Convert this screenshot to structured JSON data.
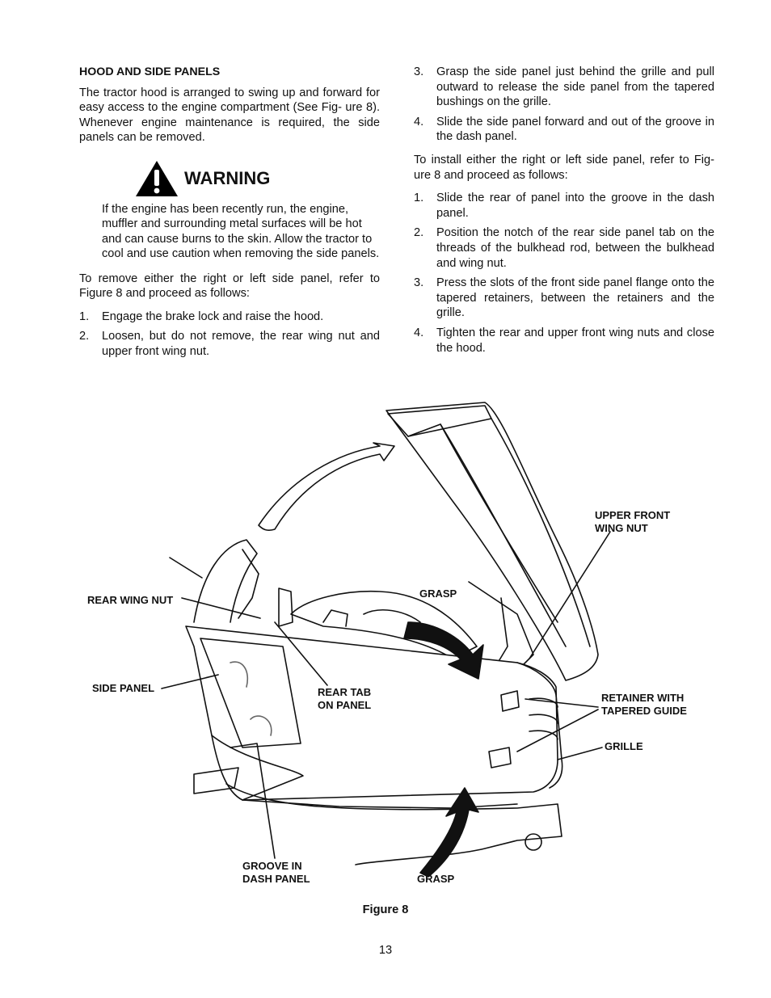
{
  "left": {
    "heading": "HOOD AND SIDE PANELS",
    "intro": "The tractor hood is arranged to swing up and forward for easy access to the engine compartment (See Fig- ure 8). Whenever engine maintenance is required, the side panels can be removed.",
    "warning_title": "WARNING",
    "warning_text": "If the engine has been recently run, the engine, muffler and surrounding metal surfaces will be hot and can cause burns to the skin. Allow the tractor to cool and use caution when removing the side panels.",
    "remove_intro": "To remove either the right or left side panel, refer to Figure 8 and proceed as follows:",
    "remove_steps": [
      {
        "num": "1.",
        "text": "Engage the brake lock and raise the hood."
      },
      {
        "num": "2.",
        "text": "Loosen, but do not remove, the rear wing nut and upper front wing nut."
      }
    ]
  },
  "right": {
    "remove_steps_cont": [
      {
        "num": "3.",
        "text": "Grasp the side panel just behind the grille and pull outward to release the side panel from the tapered bushings on the grille."
      },
      {
        "num": "4.",
        "text": "Slide the side panel forward and out of the groove in the dash panel."
      }
    ],
    "install_intro": "To install either the right or left side panel, refer to Fig- ure 8 and proceed as follows:",
    "install_steps": [
      {
        "num": "1.",
        "text": "Slide the rear of panel into the groove in the dash panel."
      },
      {
        "num": "2.",
        "text": "Position the notch of the rear side panel tab on the threads of the bulkhead rod, between the bulkhead and wing nut."
      },
      {
        "num": "3.",
        "text": "Press the slots of the front side panel flange onto the tapered retainers, between the retainers and the grille."
      },
      {
        "num": "4.",
        "text": "Tighten the rear and upper front wing nuts and close the hood."
      }
    ]
  },
  "figure": {
    "labels": {
      "upper_front_wing_nut": "UPPER FRONT\nWING NUT",
      "rear_wing_nut": "REAR WING NUT",
      "grasp_top": "GRASP",
      "side_panel": "SIDE PANEL",
      "rear_tab": "REAR TAB\nON PANEL",
      "retainer": "RETAINER WITH\nTAPERED GUIDE",
      "grille": "GRILLE",
      "groove": "GROOVE IN\nDASH PANEL",
      "grasp_bottom": "GRASP"
    },
    "caption": "Figure 8"
  },
  "page_number": "13",
  "icons": {
    "warning": "warning-triangle-icon"
  }
}
